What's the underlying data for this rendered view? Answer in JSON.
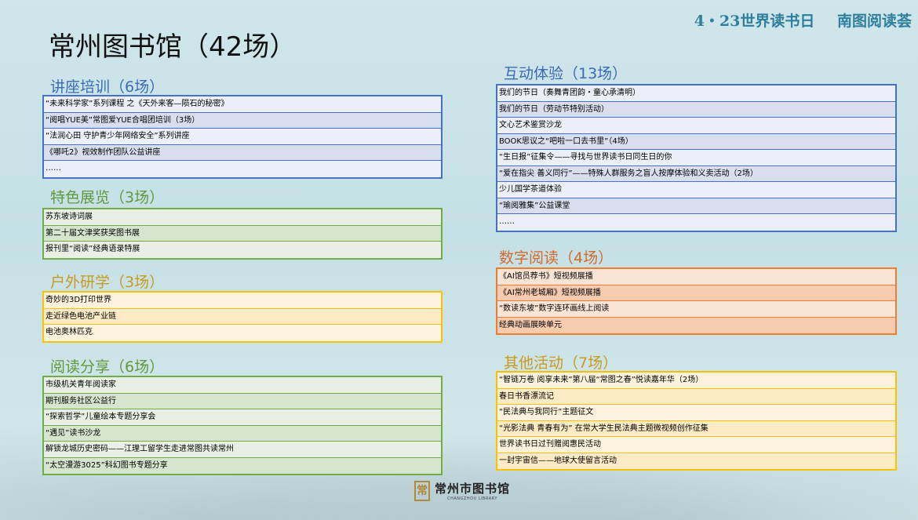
{
  "banner": {
    "left": "4・23世界读书日",
    "right": "南图阅读荟"
  },
  "page_title": "常州图书馆（42场）",
  "colors": {
    "blue": "#4472c4",
    "green": "#70ad47",
    "orange": "#ed7d31",
    "gold": "#ffc000",
    "title_blue": "#3a6bb5",
    "title_green": "#5f9a3c",
    "title_orange": "#c99a1f",
    "title_digital": "#d36a2b"
  },
  "sections": {
    "lectures": {
      "title": "讲座培训（6场）",
      "items": [
        "“未来科学家”系列课程 之《天外来客—陨石的秘密》",
        "“阅唱YUE美”常图爱YUE合唱团培训（3场）",
        "“法润心田 守护青少年网络安全”系列讲座",
        "《哪吒2》视效制作团队公益讲座",
        "……"
      ]
    },
    "exhibitions": {
      "title": "特色展览（3场）",
      "items": [
        "苏东坡诗词展",
        "第二十届文津奖获奖图书展",
        "报刊里“阅读”经典语录特展"
      ]
    },
    "outdoor": {
      "title": "户外研学（3场）",
      "items": [
        "奇妙的3D打印世界",
        "走近绿色电池产业链",
        "电池奥林匹克"
      ]
    },
    "sharing": {
      "title": "阅读分享（6场）",
      "items": [
        "市级机关青年阅读家",
        "期刊服务社区公益行",
        "“探索哲学”儿童绘本专题分享会",
        "“遇见”读书沙龙",
        "解锁龙城历史密码——江理工留学生走进常图共读常州",
        " “太空漫游3025”科幻图书专题分享"
      ]
    },
    "interactive": {
      "title": "互动体验（13场）",
      "items": [
        "我们的节日（奏舞青团韵・童心承清明）",
        "我们的节日（劳动节特别活动）",
        "文心艺术鉴赏沙龙",
        "BOOK思议之“吧啦一口去书里”（4场）",
        "“生日报”征集令——寻找与世界读书日同生日的你",
        "“爱在指尖 善义同行”——特殊人群服务之盲人按摩体验和义卖活动（2场）",
        "少儿国学茶道体验",
        "“瑜阅雅集”公益课堂",
        "……"
      ]
    },
    "digital": {
      "title": "数字阅读（4场）",
      "items": [
        "《AI馆员荐书》短视频展播",
        "《AI常州老城厢》短视频展播",
        "“数读东坡”数字连环画线上阅读",
        "经典动画展映单元"
      ]
    },
    "other": {
      "title": "其他活动（7场）",
      "items": [
        "“智链万卷 阅享未来”第八届“常图之春”悦读嘉年华（2场）",
        "春日书香漂流记",
        "“民法典与我同行”主题征文",
        "“光影法典 青春有为” 在常大学生民法典主题微视频创作征集",
        "世界读书日过刊赠阅惠民活动",
        "一封宇宙信——地球大使留言活动"
      ]
    }
  },
  "logo": {
    "seal": "常",
    "name_cn": "常州市图书馆",
    "name_en": "CHANGZHOU LIBRARY"
  }
}
